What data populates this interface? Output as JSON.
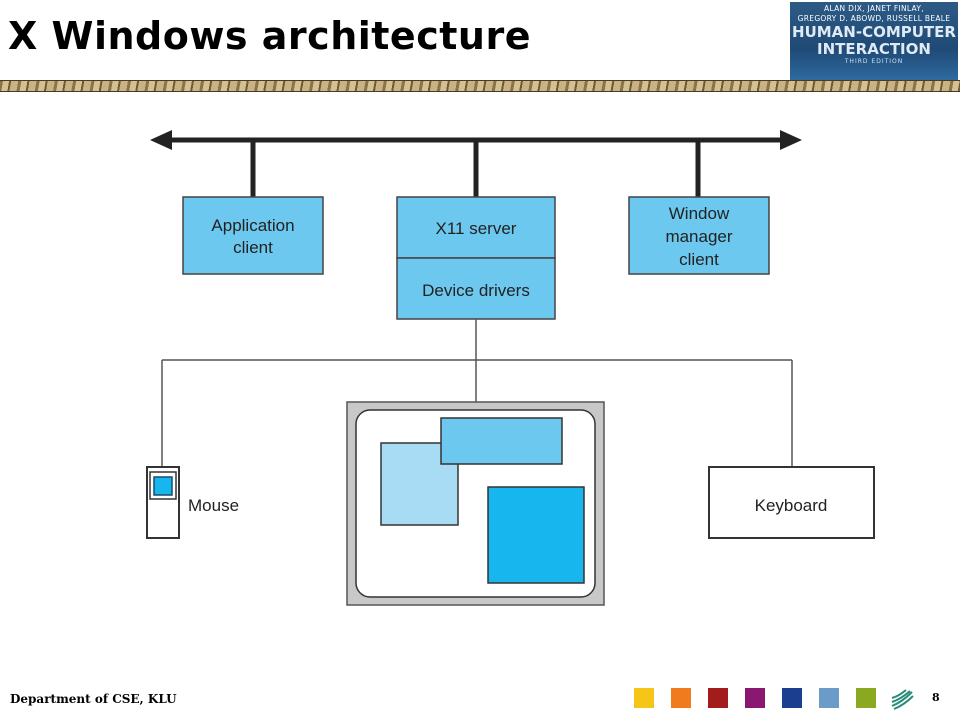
{
  "slide": {
    "title": "X Windows architecture",
    "footer_department": "Department of CSE, KLU",
    "page_number": "8"
  },
  "book_cover": {
    "authors_line1": "ALAN DIX, JANET FINLAY,",
    "authors_line2": "GREGORY D. ABOWD, RUSSELL BEALE",
    "title_line1": "HUMAN-COMPUTER",
    "title_line2": "INTERACTION",
    "edition": "THIRD EDITION"
  },
  "diagram": {
    "application_client": [
      "Application",
      "client"
    ],
    "x11_server": "X11 server",
    "device_drivers": "Device drivers",
    "window_manager_client": [
      "Window",
      "manager",
      "client"
    ],
    "mouse": "Mouse",
    "keyboard": "Keyboard"
  },
  "colors": {
    "box_fill": "#6cc8ef",
    "screen_bg": "#c8c8c8",
    "window_light": "#a8dcf5",
    "window_dark": "#17b6ee",
    "footer_swatches": [
      "#f5c518",
      "#f07a1e",
      "#a31b1b",
      "#8a1770",
      "#1c3e8f",
      "#6b9cc8",
      "#8aa820"
    ]
  }
}
